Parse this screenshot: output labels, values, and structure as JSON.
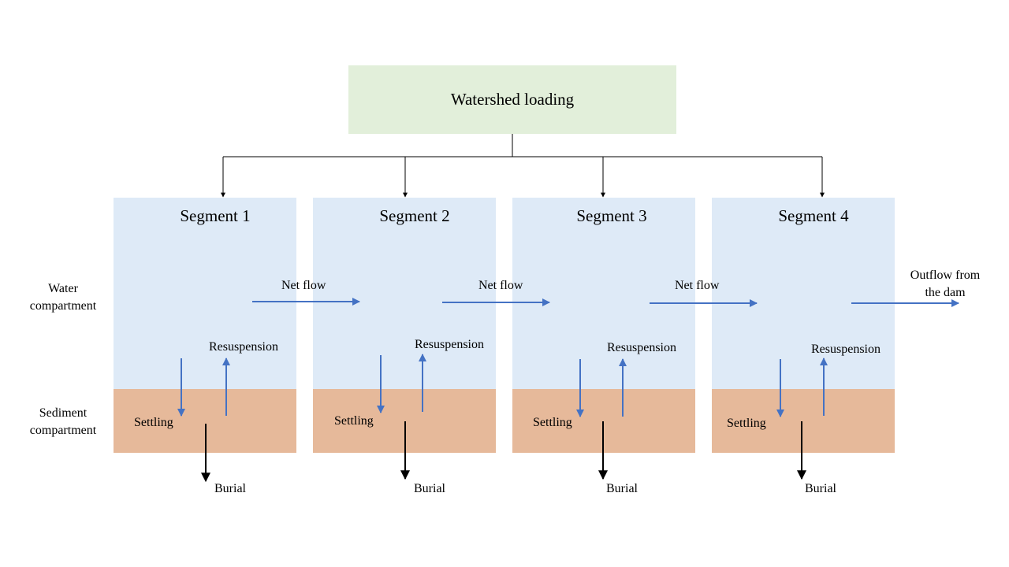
{
  "colors": {
    "loading_fill": "#e2efda",
    "water_fill": "#deeaf7",
    "sediment_fill": "#e6b99a",
    "flow_arrow": "#4472c4",
    "tree_line": "#000000"
  },
  "loading": {
    "label": "Watershed loading"
  },
  "compartments": {
    "water_line1": "Water",
    "water_line2": "compartment",
    "sediment_line1": "Sediment",
    "sediment_line2": "compartment"
  },
  "segments": [
    {
      "title": "Segment 1",
      "resuspension": "Resuspension",
      "settling": "Settling",
      "burial": "Burial"
    },
    {
      "title": "Segment 2",
      "resuspension": "Resuspension",
      "settling": "Settling",
      "burial": "Burial"
    },
    {
      "title": "Segment 3",
      "resuspension": "Resuspension",
      "settling": "Settling",
      "burial": "Burial"
    },
    {
      "title": "Segment 4",
      "resuspension": "Resuspension",
      "settling": "Settling",
      "burial": "Burial"
    }
  ],
  "flows": [
    "Net flow",
    "Net flow",
    "Net flow"
  ],
  "outflow": {
    "line1": "Outflow from",
    "line2": "the dam"
  }
}
